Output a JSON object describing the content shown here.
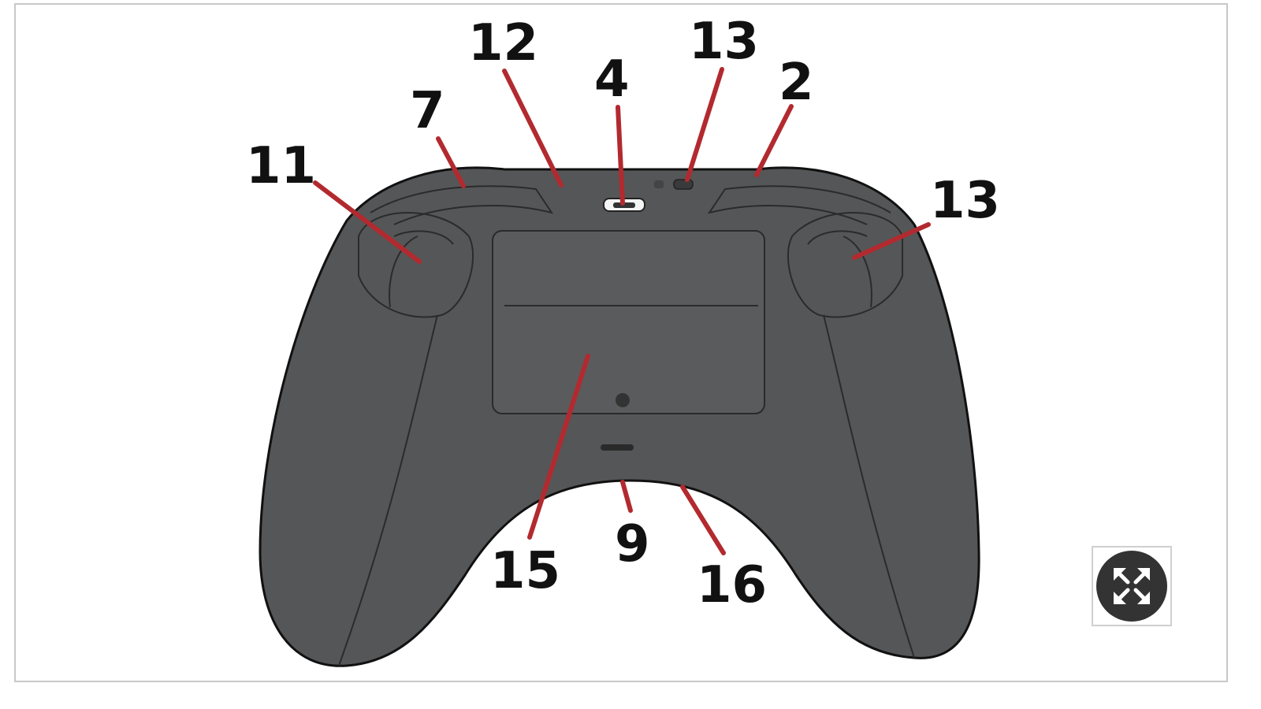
{
  "callouts": [
    {
      "id": "c12",
      "label": "12"
    },
    {
      "id": "c13a",
      "label": "13"
    },
    {
      "id": "c4",
      "label": "4"
    },
    {
      "id": "c2",
      "label": "2"
    },
    {
      "id": "c7",
      "label": "7"
    },
    {
      "id": "c11",
      "label": "11"
    },
    {
      "id": "c13b",
      "label": "13"
    },
    {
      "id": "c15",
      "label": "15"
    },
    {
      "id": "c9",
      "label": "9"
    },
    {
      "id": "c16",
      "label": "16"
    }
  ],
  "colors": {
    "controller_body": "#555657",
    "leader_line": "#b22a2f",
    "label_text": "#111111",
    "expand_button": "#333333"
  },
  "icons": {
    "expand": "expand-arrows-icon"
  }
}
